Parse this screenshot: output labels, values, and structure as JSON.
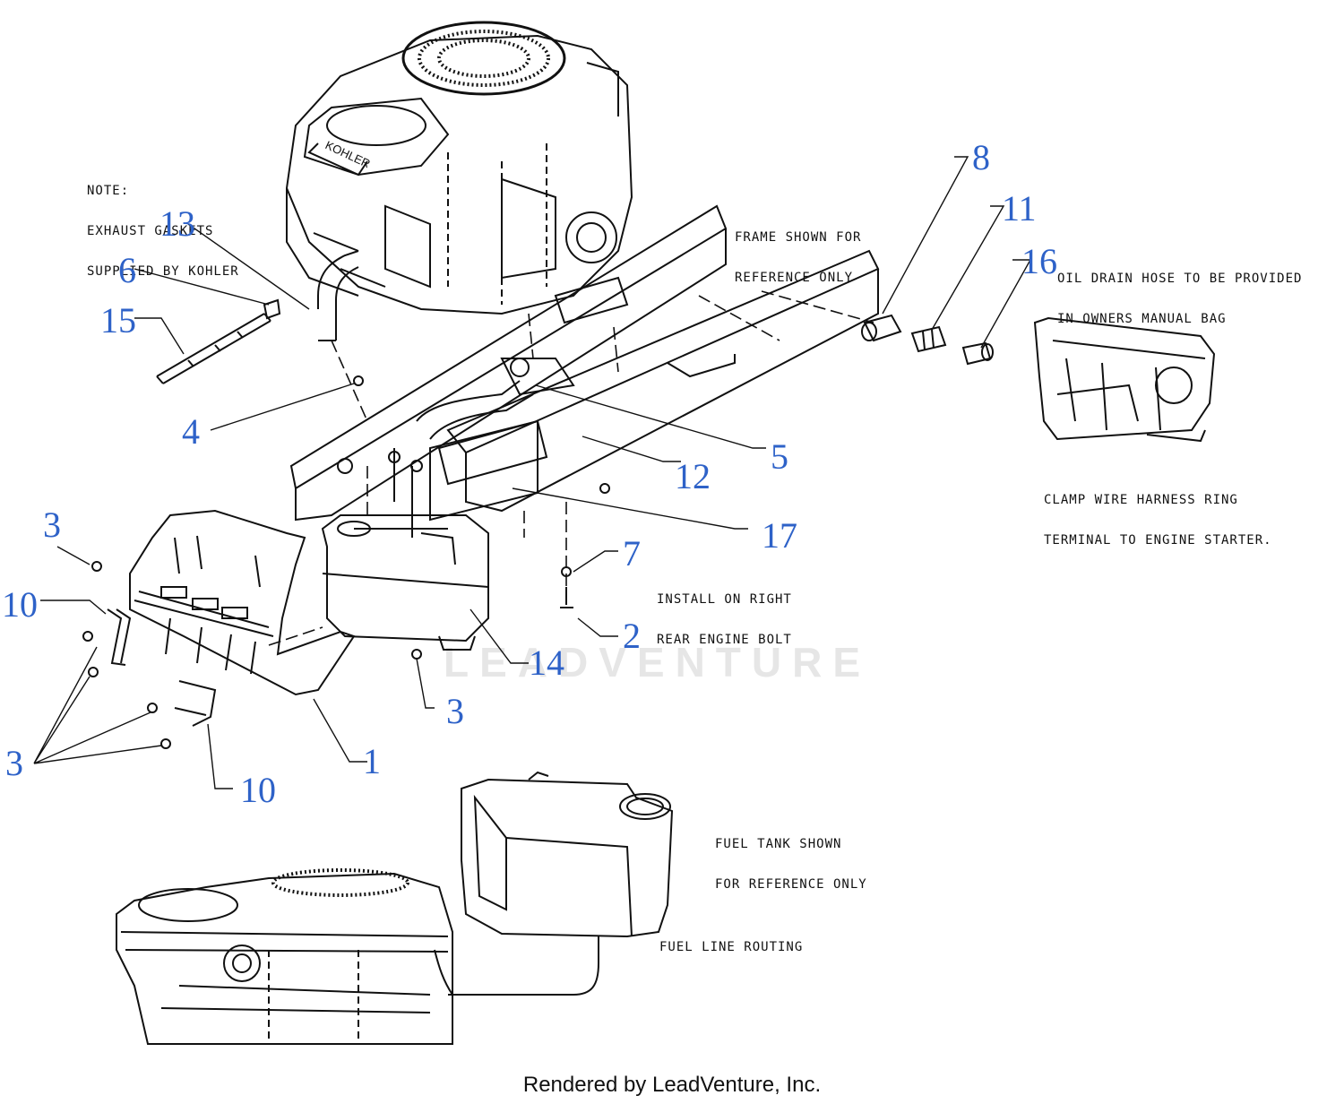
{
  "notes": {
    "exhaust": [
      "NOTE:",
      "EXHAUST GASKETS",
      "SUPPLIED BY KOHLER"
    ],
    "frame": [
      "FRAME SHOWN FOR",
      "REFERENCE ONLY"
    ],
    "oil_drain": [
      "OIL DRAIN HOSE TO BE PROVIDED",
      "IN OWNERS MANUAL BAG"
    ],
    "clamp": [
      "CLAMP WIRE HARNESS RING",
      "TERMINAL TO ENGINE STARTER."
    ],
    "install": [
      "INSTALL ON RIGHT",
      "REAR ENGINE BOLT"
    ],
    "fuel_tank": [
      "FUEL TANK SHOWN",
      "FOR REFERENCE ONLY"
    ],
    "fuel_line": "FUEL LINE ROUTING"
  },
  "callouts": {
    "c13": "13",
    "c6": "6",
    "c15": "15",
    "c4": "4",
    "c8": "8",
    "c11": "11",
    "c16": "16",
    "c5": "5",
    "c12": "12",
    "c17": "17",
    "c7": "7",
    "c2": "2",
    "c14": "14",
    "c3a": "3",
    "c10a": "10",
    "c3b": "3",
    "c3c": "3",
    "c1": "1",
    "c10b": "10"
  },
  "engine_brand": "KOHLER",
  "watermark": "LEADVENTURE",
  "footer": "Rendered by LeadVenture, Inc.",
  "colors": {
    "callout": "#2e62c8",
    "line": "#111111",
    "watermark": "#e6e6e6"
  }
}
